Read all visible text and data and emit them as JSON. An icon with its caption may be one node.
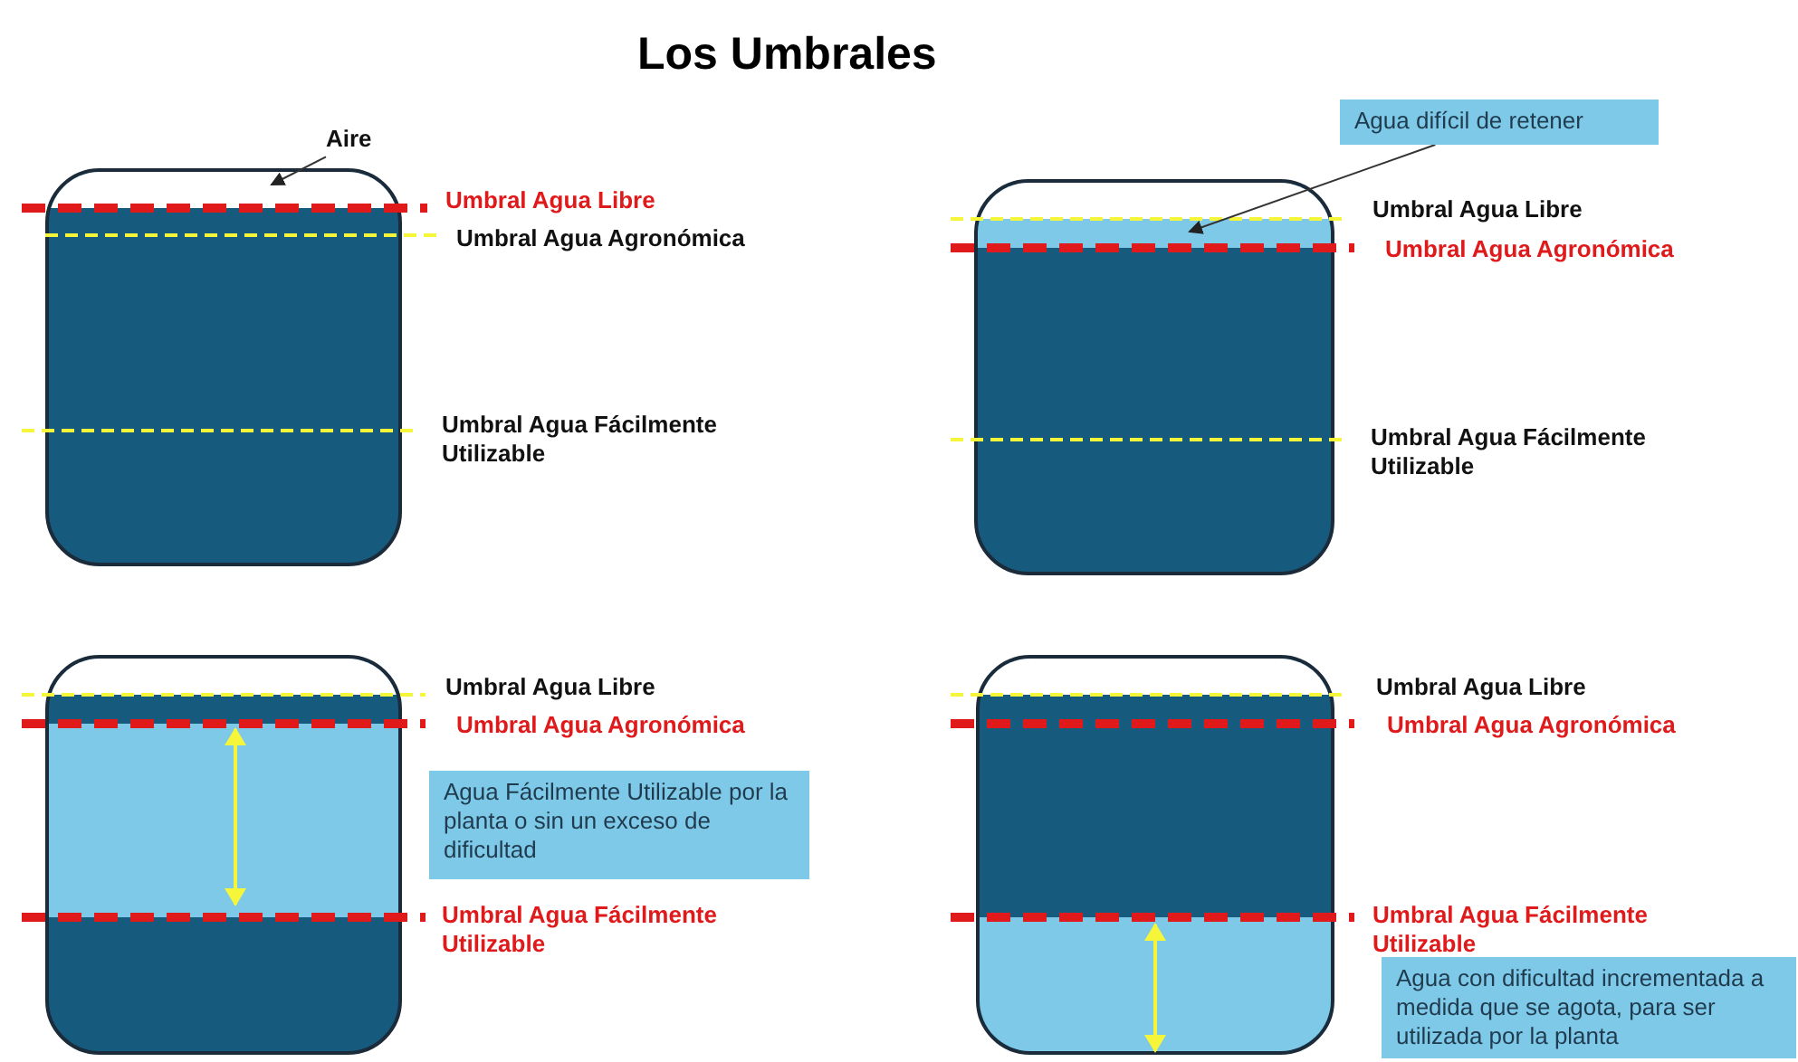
{
  "diagram": {
    "title": "Los Umbrales",
    "nodes": [
      {
        "text": [],
        "shape": "box"
      },
      {
        "text": [
          "Aire"
        ]
      },
      {
        "text": [],
        "shape": "box"
      },
      {
        "text": [
          "Agua difícil de retener"
        ]
      },
      {
        "text": [],
        "shape": "box"
      },
      {
        "text": [
          "Agua Fácilmente Utilizable por la planta o sin un exceso de dificultad"
        ]
      },
      {
        "text": [],
        "shape": "box"
      },
      {
        "text": [
          "Agua con dificultad incrementada a medida que se agota, para ser utilizada por la planta"
        ]
      }
    ],
    "edges": [
      {
        "from": 1,
        "to": 0,
        "arrow": "to"
      },
      {
        "from": 3,
        "to": 2,
        "arrow": "to"
      }
    ],
    "labels": [
      "Umbral Agua Libre",
      "Umbral Agua Agronómica",
      "Umbral Agua Fácilmente Utilizable",
      "Umbral Agua Libre",
      "Umbral Agua Agronómica",
      "Umbral Agua Fácilmente Utilizable",
      "Umbral Agua Libre",
      "Umbral Agua Agronómica",
      "Umbral Agua Fácilmente Utilizable",
      "Umbral Agua Libre",
      "Umbral Agua Agronómica",
      "Umbral Agua Fácilmente Utilizable"
    ]
  }
}
